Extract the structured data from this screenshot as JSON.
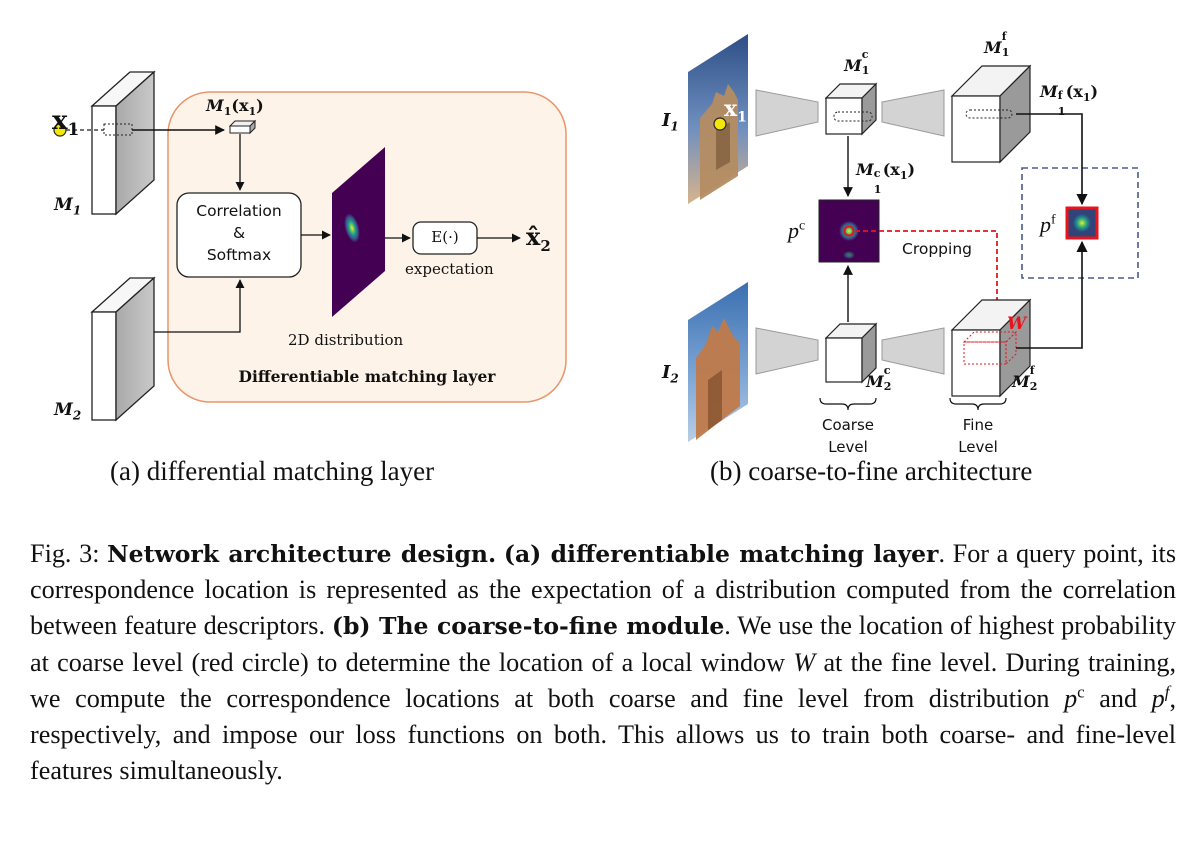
{
  "panel_a": {
    "x1_label": "x",
    "x1_sub": "1",
    "m1_label": "M",
    "m1_sub": "1",
    "m2_label": "M",
    "m2_sub": "2",
    "m1x1_label": "M",
    "m1x1_sub": "1",
    "m1x1_arg": "(x",
    "m1x1_arg_sub": "1",
    "m1x1_close": ")",
    "correlation_line1": "Correlation",
    "correlation_line2": "&",
    "correlation_line3": "Softmax",
    "distribution_label": "2D distribution",
    "expectation_box": "E(·)",
    "expectation_label": "expectation",
    "x2_hat_label": "x̂",
    "x2_hat_sub": "2",
    "layer_title": "Differentiable matching layer",
    "sub_caption": "(a) differential matching layer"
  },
  "panel_b": {
    "i1_label": "I",
    "i1_sub": "1",
    "i2_label": "I",
    "i2_sub": "2",
    "x1_label": "x",
    "x1_sub": "1",
    "m1c_label": "M",
    "m1c_sup": "c",
    "m1c_sub": "1",
    "m1f_label": "M",
    "m1f_sup": "f",
    "m1f_sub": "1",
    "m1c_x1_label": "M",
    "m1c_x1_sup": "c",
    "m1c_x1_sub": "1",
    "m1c_x1_arg": "(x",
    "m1c_x1_arg_sub": "1",
    "m1f_x1_label": "M",
    "m1f_x1_sup": "f",
    "m1f_x1_sub": "1",
    "m1f_x1_arg": "(x",
    "m1f_x1_arg_sub": "1",
    "close_paren": ")",
    "pc_label": "p",
    "pc_sup": "c",
    "pf_label": "p",
    "pf_sup": "f",
    "cropping_label": "Cropping",
    "w_label": "W",
    "m2c_label": "M",
    "m2c_sup": "c",
    "m2c_sub": "2",
    "m2f_label": "M",
    "m2f_sup": "f",
    "m2f_sub": "2",
    "coarse_line1": "Coarse",
    "coarse_line2": "Level",
    "fine_line1": "Fine",
    "fine_line2": "Level",
    "sub_caption": "(b) coarse-to-fine architecture"
  },
  "caption": {
    "fig_label": "Fig. 3:",
    "bold_title": "Network architecture design.",
    "bold_a": "(a) differentiable matching layer",
    "text_1": ". For a query point, its correspondence location is represented as the expectation of a distribution computed from the correlation between feature descriptors.",
    "bold_b": "(b) The coarse-to-fine module",
    "text_2": ". We use the location of highest probability at coarse level (red circle) to determine the location of a local window",
    "w_italic": "W",
    "text_3": "at the fine level. During training, we compute the correspondence locations at both coarse and fine level from distribution",
    "pc_italic": "p",
    "pc_sup": "c",
    "and_word": "and",
    "pf_italic": "p",
    "pf_sup": "f",
    "text_4": ", respectively, and impose our loss functions on both. This allows us to train both coarse- and fine-level features simultaneously."
  },
  "colors": {
    "orange_border": "#e8956a",
    "panel_fill": "#fdf3e9",
    "red": "#e8141c",
    "blue_dash": "#4a5a8a",
    "query_yellow": "#f5e60a",
    "viridis_dark": "#440154"
  }
}
